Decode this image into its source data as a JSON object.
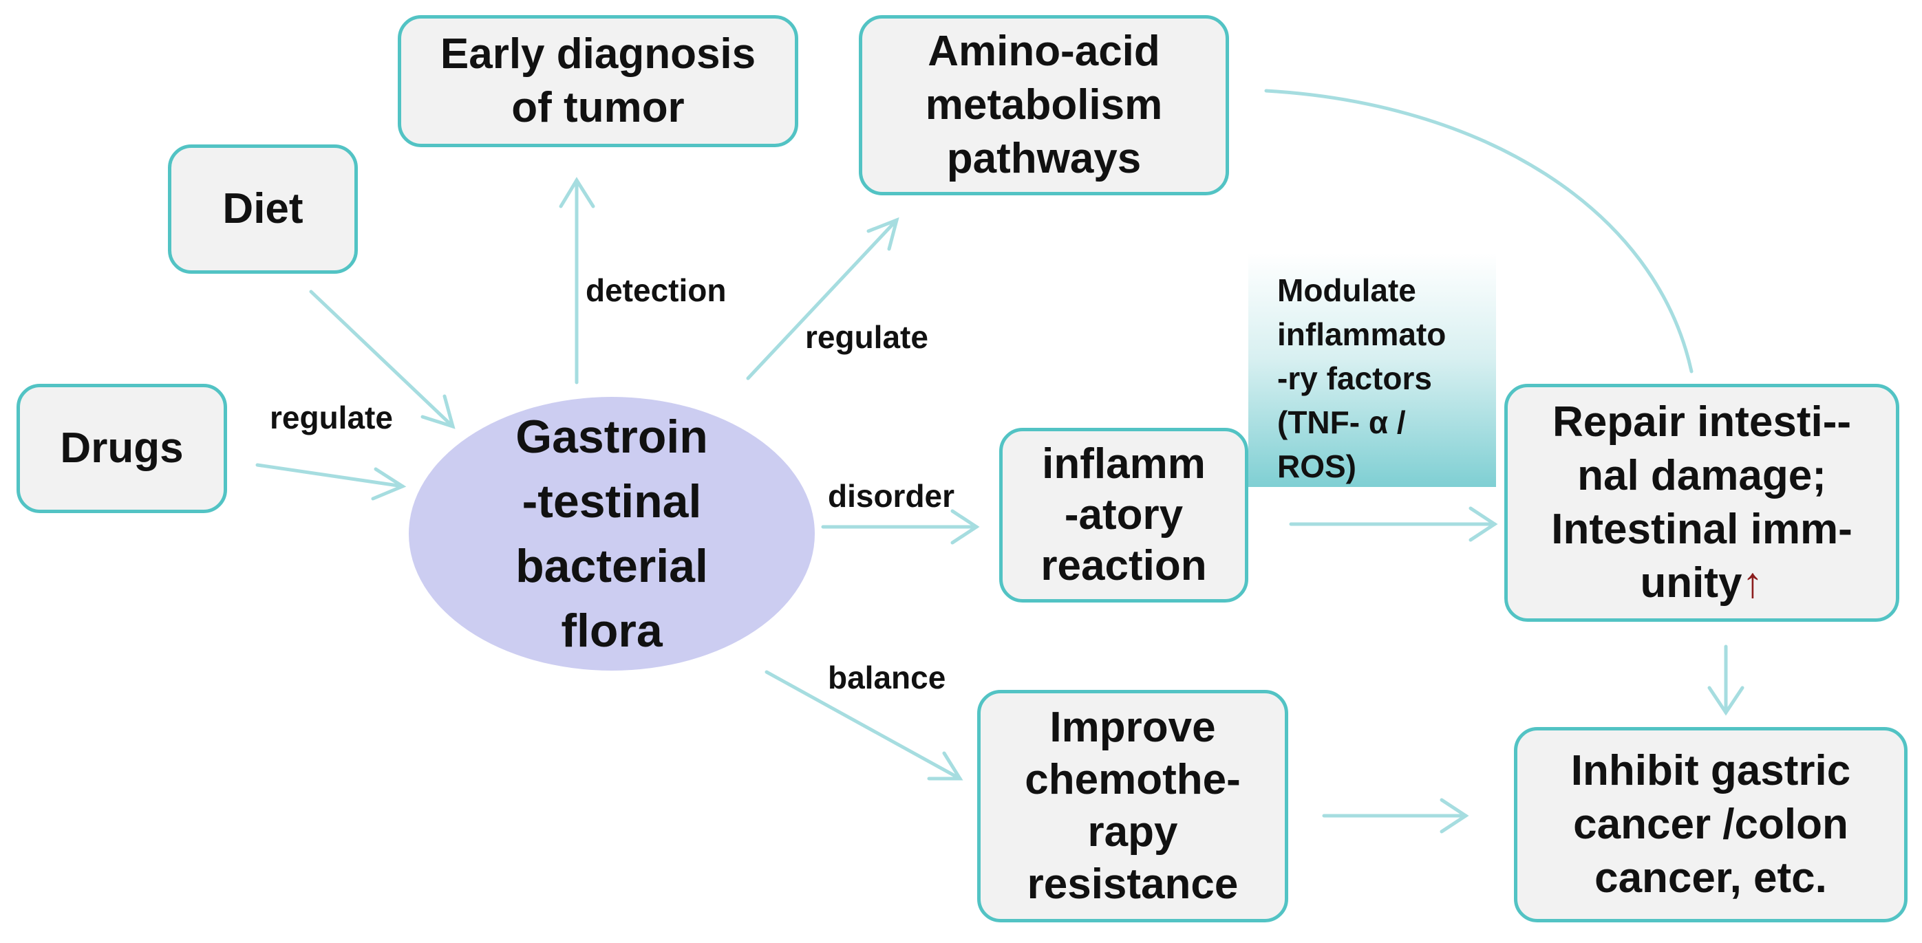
{
  "nodes": {
    "center": "Gastroin\n-testinal\nbacterial\nflora",
    "diet": "Diet",
    "drugs": "Drugs",
    "early_diagnosis": "Early diagnosis\nof tumor",
    "amino_acid": "Amino-acid\nmetabolism\npathways",
    "inflammatory": "inflamm\n-atory\nreaction",
    "modulate": "Modulate\ninflammato\n-ry factors\n(TNF- α /\nROS)",
    "repair": "Repair intesti--\nnal damage;\nIntestinal imm-\nunity",
    "repair_arrow": "↑",
    "improve": "Improve\nchemothe-\nrapy\nresistance",
    "inhibit": "Inhibit gastric\ncancer /colon\ncancer, etc."
  },
  "edge_labels": {
    "regulate_left": "regulate",
    "detection": "detection",
    "regulate_right": "regulate",
    "disorder": "disorder",
    "balance": "balance"
  },
  "colors": {
    "box_border": "#52c3c4",
    "box_fill": "#f2f2f2",
    "ellipse_fill": "#cccdf1",
    "arrow": "#a6dde0",
    "up_arrow": "#8b1d1d"
  }
}
